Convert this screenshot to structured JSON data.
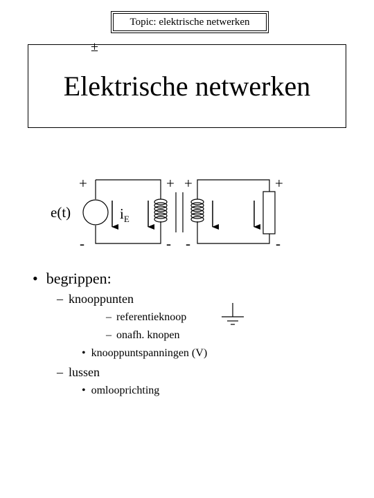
{
  "topic": "Topic: elektrische netwerken",
  "title": "Elektrische netwerken",
  "circuit": {
    "source_label": "e(t)",
    "source_symbol": "±",
    "current_label": "i",
    "current_subscript": "E",
    "plus": "+",
    "minus": "-"
  },
  "outline": {
    "bullet_char": "•",
    "dash_char": "–",
    "item1": "begrippen:",
    "item1_1": "knooppunten",
    "item1_1_1": "referentieknoop",
    "item1_1_2": "onafh. knopen",
    "item1_1_3": "knooppuntspanningen (V)",
    "item1_2": "lussen",
    "item1_2_1": "omlooprichting"
  },
  "icons": {
    "ground": "ground-symbol-icon",
    "source": "voltage-source-icon",
    "coil": "inductor-coil-icon",
    "resistor": "resistor-icon",
    "arrow": "down-arrow-icon"
  }
}
